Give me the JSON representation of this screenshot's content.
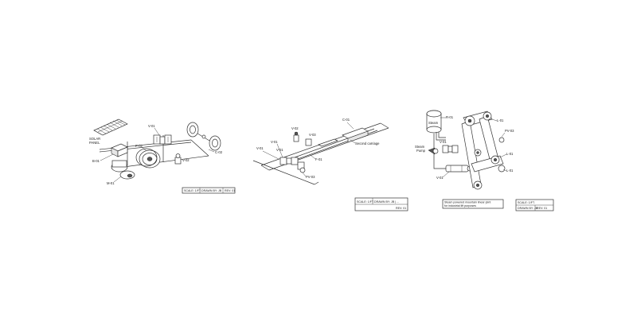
{
  "panel1": {
    "labels": {
      "solar_panel_l1": "SOLAR",
      "solar_panel_l2": "PANEL",
      "b01": "B-01",
      "m01": "M-01",
      "p02": "P-02",
      "v01": "V-01",
      "v02": "V-02",
      "c02": "C-02"
    },
    "title_block": {
      "scale": "SCALE: 1/FT.",
      "drawn": "DRAWN BY: JB",
      "rev": "REV: 01"
    }
  },
  "panel2": {
    "labels": {
      "v02": "V-02",
      "v03": "V-03",
      "c01": "C-01",
      "v01_a": "V-01",
      "v01_b": "V-01",
      "v01_c": "V-01",
      "pv03": "PV-03",
      "f01": "F-01",
      "second_carriage": "Second carriage"
    },
    "title_block": {
      "scale": "SCALE: 1/FT.",
      "drawn": "DRAWN BY: JB | ...",
      "rev": "REV: 01"
    }
  },
  "panel3": {
    "labels": {
      "r01": "R-01",
      "steam": "Steam",
      "steam_pump_l1": "Steam",
      "steam_pump_l2": "Pump",
      "l01_a": "L-01",
      "pv03": "PV-03",
      "v01_a": "V-01",
      "v01_b": "V-01",
      "l01_b": "L-01",
      "l01_c": "L-01"
    },
    "note": {
      "line1": "Steam powered mountain linear joint",
      "line2": "for industrial lift purposes"
    },
    "title_block": {
      "scale": "SCALE: 1/FT.",
      "drawn": "DRAWN BY: JB",
      "rev": "REV: 01"
    }
  },
  "colors": {
    "background": "#ffffff",
    "ink": "#333333"
  }
}
